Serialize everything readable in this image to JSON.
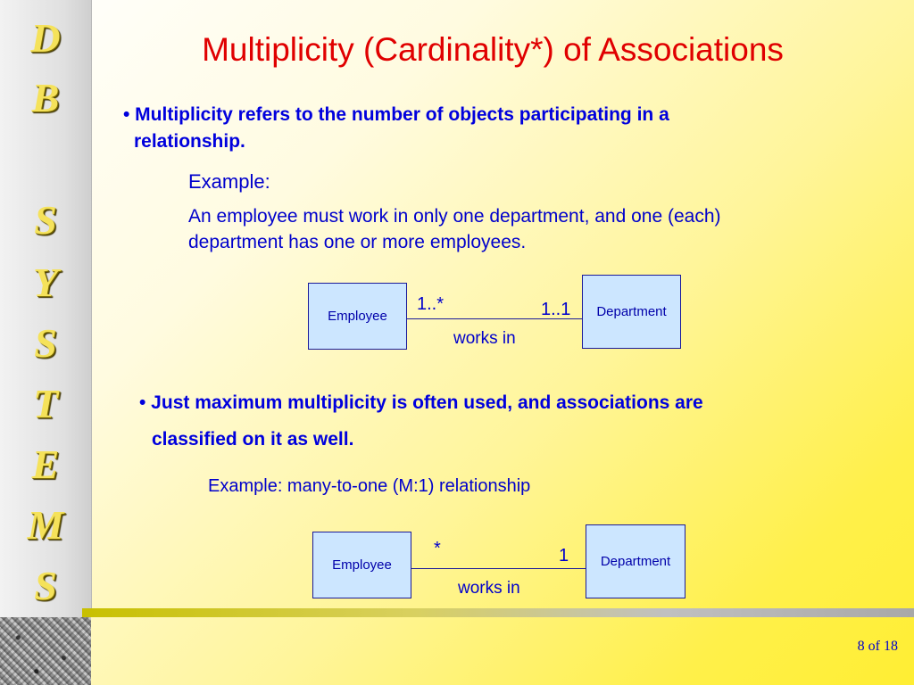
{
  "sidebar": {
    "letters": [
      "D",
      "B",
      "S",
      "Y",
      "S",
      "T",
      "E",
      "M",
      "S"
    ]
  },
  "slide": {
    "title": "Multiplicity (Cardinality*) of Associations",
    "bullet1": {
      "line1": "• Multiplicity refers to the number of objects participating in a",
      "line2": "relationship."
    },
    "example1": {
      "label": "Example:",
      "line1": "An employee must work in only one department, and one (each)",
      "line2": "department has one or more employees."
    },
    "diagram1": {
      "left_class": "Employee",
      "right_class": "Department",
      "left_mult": "1..*",
      "right_mult": "1..1",
      "assoc": "works in"
    },
    "bullet2": {
      "line1": "• Just maximum multiplicity is often used, and associations are",
      "line2": "classified on it as well."
    },
    "example2": {
      "label": "Example: many-to-one (M:1) relationship"
    },
    "diagram2": {
      "left_class": "Employee",
      "right_class": "Department",
      "left_mult": "*",
      "right_mult": "1",
      "assoc": "works in"
    },
    "page": "8 of 18"
  }
}
